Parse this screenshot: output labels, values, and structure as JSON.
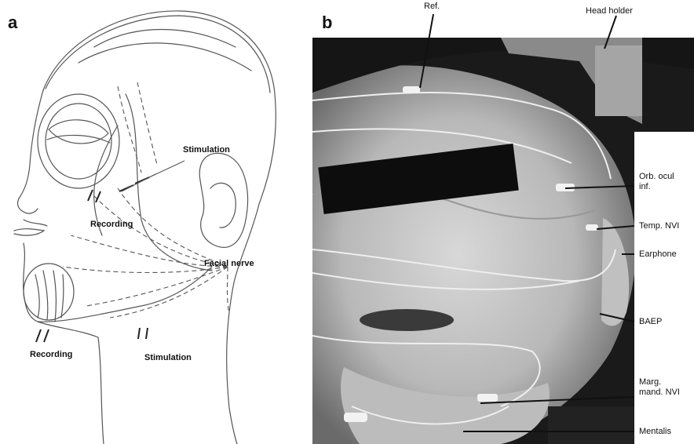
{
  "panel_a": {
    "letter": "a",
    "labels": {
      "stimulation_upper": "Stimulation",
      "recording_upper": "Recording",
      "facial_nerve": "Facial nerve",
      "recording_lower": "Recording",
      "stimulation_lower": "Stimulation"
    }
  },
  "panel_b": {
    "letter": "b",
    "labels": {
      "ref": "Ref.",
      "head_holder": "Head holder",
      "orb_ocul_1": "Orb. ocul",
      "orb_ocul_2": "inf.",
      "temp_nvi": "Temp. NVI",
      "earphone": "Earphone",
      "baep": "BAEP",
      "marg_1": "Marg.",
      "marg_2": "mand. NVI",
      "mentalis": "Mentalis"
    }
  },
  "colors": {
    "line_art": "#555555",
    "photo_dark": "#1a1a1a",
    "photo_skin": "#c9c9c9",
    "label_text": "#111111"
  }
}
